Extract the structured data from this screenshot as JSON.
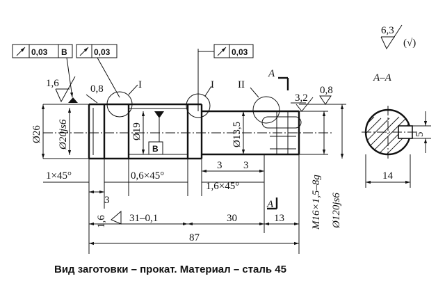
{
  "caption": "Вид заготовки – прокат. Материал – сталь 45",
  "roughness_general": {
    "value": "6,3",
    "suffix": "(√)"
  },
  "tolerance_frames": [
    {
      "value": "0,03",
      "datum": "B"
    },
    {
      "value": "0,03",
      "datum": ""
    },
    {
      "value": "0,03",
      "datum": ""
    }
  ],
  "roughness_marks": [
    "1,6",
    "0,8",
    "3,2",
    "0,8",
    "1,6"
  ],
  "callouts": [
    "I",
    "I",
    "II"
  ],
  "section_label": "А–А",
  "section_marks": [
    "А",
    "А"
  ],
  "datum_label": "B",
  "diameters": {
    "d26": "Ø26",
    "d20": "Ø20js6",
    "d19": "Ø19",
    "d13_5": "Ø13,5",
    "m16": "M16×1,5–8g",
    "d120": "Ø120js6"
  },
  "dims": {
    "chamfer_left": "1×45°",
    "chamfer_mid": "0,6×45°",
    "chamfer_right": "1,6×45°",
    "d3a": "3",
    "d3b": "3",
    "d3c": "3",
    "d31": "31–0,1",
    "d30": "30",
    "d13": "13",
    "d87": "87",
    "d14": "14",
    "d5": "5"
  }
}
